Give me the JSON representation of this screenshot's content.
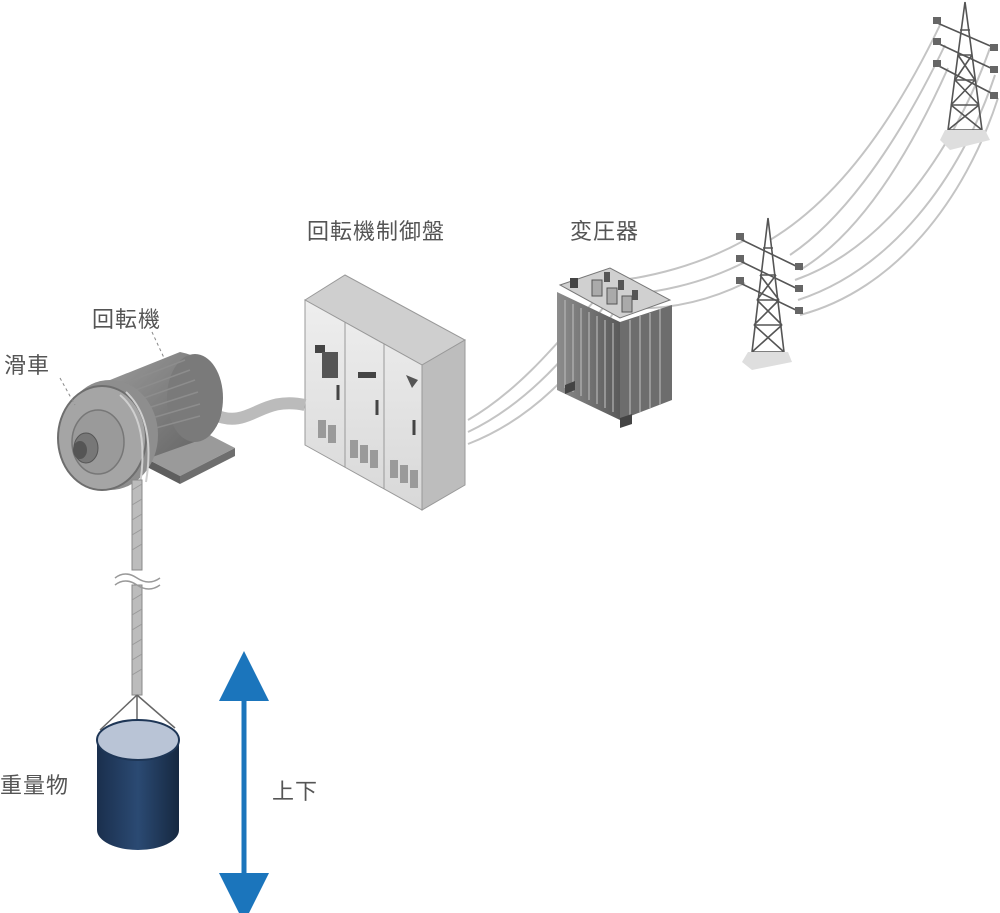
{
  "labels": {
    "pulley": "滑車",
    "motor": "回転機",
    "control_panel": "回転機制御盤",
    "transformer": "変圧器",
    "weight": "重量物",
    "updown": "上下"
  },
  "colors": {
    "arrow": "#1b75bc",
    "weight_body": "#1e3656",
    "equipment_gray": "#7e7e7e",
    "panel_face": "#e6e6e6",
    "tower": "#555555",
    "cable": "#bdbdbd"
  },
  "icons": {
    "motor": "motor-with-pulley-icon",
    "panel": "control-cabinet-icon",
    "transformer": "transformer-icon",
    "towers": "transmission-tower-icon",
    "weight": "cylinder-weight-icon",
    "arrow": "double-arrow-icon"
  }
}
